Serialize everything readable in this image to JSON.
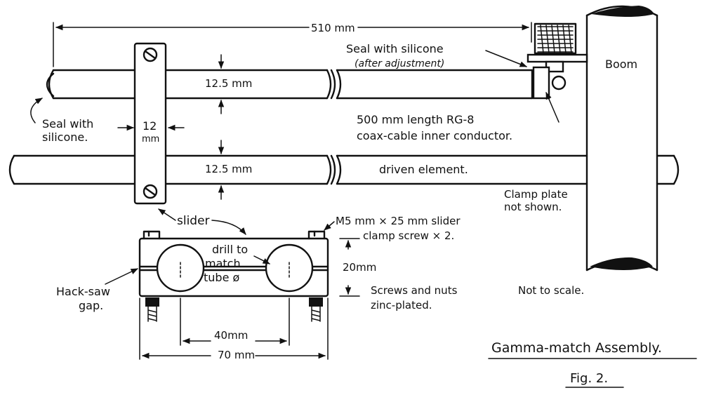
{
  "labels": {
    "length_510": "510 mm",
    "seal_top_1": "Seal with silicone",
    "seal_top_2": "(after adjustment)",
    "boom": "Boom",
    "tube_upper": "12.5 mm",
    "tube_lower": "12.5 mm",
    "seal_left_1": "Seal with",
    "seal_left_2": "silicone.",
    "width_12_a": "12",
    "width_12_b": "mm",
    "coax_1": "500 mm length  RG-8",
    "coax_2": "coax-cable inner conductor.",
    "driven": "driven element.",
    "clamp_plate_1": "Clamp plate",
    "clamp_plate_2": "not shown.",
    "slider": "slider",
    "screw_1": "M5 mm × 25 mm slider",
    "screw_2": "clamp screw × 2.",
    "drill_1": "drill to",
    "drill_2": "match",
    "drill_3": "tube ø",
    "height_20": "20mm",
    "hacksaw_1": "Hack-saw",
    "hacksaw_2": "gap.",
    "nuts_1": "Screws and nuts",
    "nuts_2": "zinc-plated.",
    "scale": "Not to scale.",
    "dim_40": "40mm",
    "dim_70": "70 mm",
    "title": "Gamma-match Assembly.",
    "fig": "Fig. 2."
  }
}
